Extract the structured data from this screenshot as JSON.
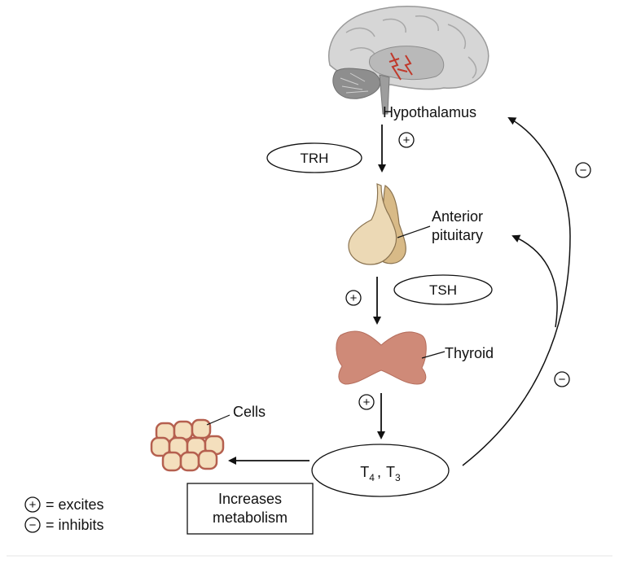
{
  "labels": {
    "hypothalamus": "Hypothalamus",
    "trh": "TRH",
    "anterior_line1": "Anterior",
    "anterior_line2": "pituitary",
    "tsh": "TSH",
    "thyroid": "Thyroid",
    "cells": "Cells",
    "t4": "T",
    "t4_sub": "4",
    "comma": ",",
    "t3": "T",
    "t3_sub": "3",
    "increases_line1": "Increases",
    "increases_line2": "metabolism"
  },
  "signs": {
    "plus": "+",
    "minus": "−"
  },
  "legend": {
    "excites": "= excites",
    "inhibits": "= inhibits"
  },
  "colors": {
    "brain": "#cfcfcf",
    "brain_dark": "#8e8e8e",
    "stimulus_marks": "#c0392b",
    "pituitary_light": "#ecd9b5",
    "pituitary_dark": "#d8ba87",
    "thyroid": "#cf8a78",
    "cell_fill": "#f4dfbd",
    "cell_border": "#b5604f"
  },
  "icons": [
    "brain-illustration",
    "pituitary-illustration",
    "thyroid-illustration",
    "cells-illustration"
  ]
}
